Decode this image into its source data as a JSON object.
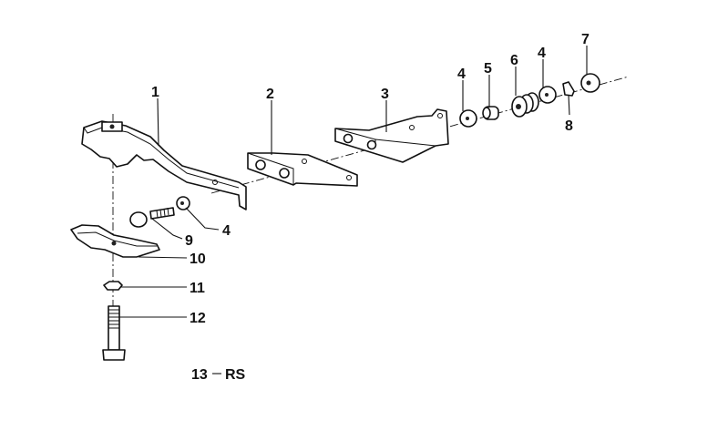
{
  "diagram": {
    "callouts": [
      {
        "id": "1",
        "text": "1"
      },
      {
        "id": "2",
        "text": "2"
      },
      {
        "id": "3",
        "text": "3"
      },
      {
        "id": "4a",
        "text": "4"
      },
      {
        "id": "5",
        "text": "5"
      },
      {
        "id": "6",
        "text": "6"
      },
      {
        "id": "4b",
        "text": "4"
      },
      {
        "id": "7",
        "text": "7"
      },
      {
        "id": "8",
        "text": "8"
      },
      {
        "id": "9",
        "text": "9"
      },
      {
        "id": "4c",
        "text": "4"
      },
      {
        "id": "10",
        "text": "10"
      },
      {
        "id": "11",
        "text": "11"
      },
      {
        "id": "12",
        "text": "12"
      }
    ],
    "footer_number": "13",
    "footer_code": "RS"
  }
}
